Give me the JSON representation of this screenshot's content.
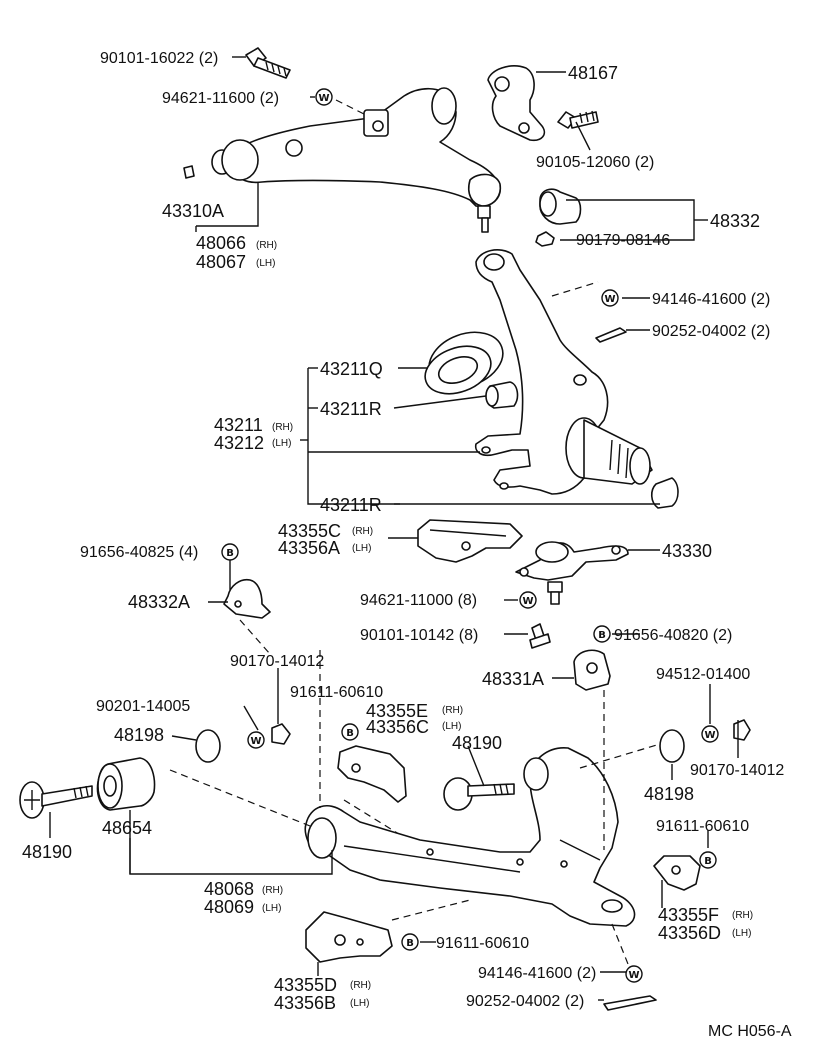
{
  "labels": {
    "p90101_16022": "90101-16022 (2)",
    "p94621_11600": "94621-11600 (2)",
    "p48167": "48167",
    "p90105_12060": "90105-12060 (2)",
    "p43310A": "43310A",
    "p48066": "48066",
    "p48067": "48067",
    "p48332": "48332",
    "p90179_08146": "90179-08146",
    "p94146_41600_top": "94146-41600 (2)",
    "p90252_04002_top": "90252-04002 (2)",
    "p43211Q": "43211Q",
    "p43211R_a": "43211R",
    "p43211": "43211",
    "p43212": "43212",
    "p43211R_b": "43211R",
    "p43355C": "43355C",
    "p43356A": "43356A",
    "p43330": "43330",
    "p91656_40825": "91656-40825 (4)",
    "p48332A": "48332A",
    "p94621_11000": "94621-11000 (8)",
    "p90101_10142": "90101-10142 (8)",
    "p91656_40820": "91656-40820 (2)",
    "p90170_14012_a": "90170-14012",
    "p91611_60610_a": "91611-60610",
    "p48331A": "48331A",
    "p94512_01400": "94512-01400",
    "p90201_14005": "90201-14005",
    "p43355E": "43355E",
    "p43356C": "43356C",
    "p48198_a": "48198",
    "p48190_a": "48190",
    "p90170_14012_b": "90170-14012",
    "p48198_b": "48198",
    "p48654": "48654",
    "p48190_b": "48190",
    "p91611_60610_b": "91611-60610",
    "p48068": "48068",
    "p48069": "48069",
    "p43355F": "43355F",
    "p43356D": "43356D",
    "p91611_60610_c": "91611-60610",
    "p43355D": "43355D",
    "p43356B": "43356B",
    "p94146_41600_bot": "94146-41600 (2)",
    "p90252_04002_bot": "90252-04002 (2)",
    "footer": "MC  H056-A"
  },
  "sides": {
    "rh": "(RH)",
    "lh": "(LH)"
  },
  "symbols": {
    "w": "W",
    "b": "B"
  }
}
